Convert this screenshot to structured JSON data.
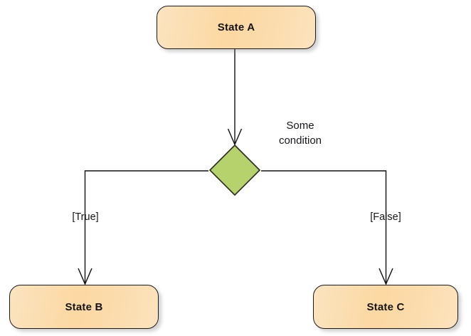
{
  "diagram": {
    "kind": "uml-state-diagram",
    "background_color": "#ffffff",
    "nodes": {
      "state_a": {
        "label": "State A",
        "shape": "rounded-rectangle",
        "fill_color": "#fbd9a4",
        "border_color": "#1a1a1a"
      },
      "state_b": {
        "label": "State B",
        "shape": "rounded-rectangle",
        "fill_color": "#fbd9a4",
        "border_color": "#1a1a1a"
      },
      "state_c": {
        "label": "State C",
        "shape": "rounded-rectangle",
        "fill_color": "#fbd9a4",
        "border_color": "#1a1a1a"
      },
      "decision": {
        "label": "",
        "shape": "diamond",
        "fill_color": "#b6d26c",
        "border_color": "#2a2a1e"
      }
    },
    "edges": {
      "a_to_decision": {
        "label": "Some condition",
        "label_line_1": "Some",
        "label_line_2": "condition",
        "from": "State A",
        "to": "decision",
        "arrow": "open-v"
      },
      "decision_to_b": {
        "label": "[True]",
        "from": "decision",
        "to": "State B",
        "arrow": "open-v"
      },
      "decision_to_c": {
        "label": "[False]",
        "from": "decision",
        "to": "State C",
        "arrow": "open-v"
      }
    },
    "line_color": "#111111",
    "label_color": "#15161c"
  }
}
